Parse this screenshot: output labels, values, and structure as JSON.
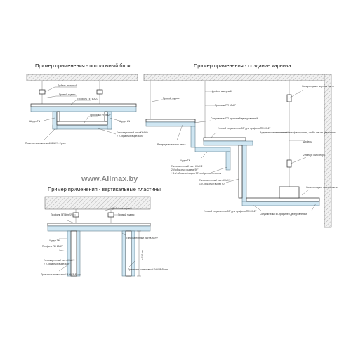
{
  "titles": {
    "ceiling_block": "Пример применения - потолочный блок",
    "cornice": "Пример применения - создание карниза",
    "vertical_plates": "Пример применения - вертикальные пластины"
  },
  "watermark": "www.Allmax.by",
  "dimension": "≤ 150 мм",
  "labels_ceiling": {
    "dowel": "Дюбель анкерный",
    "hanger": "Прямой подвес",
    "profile_pp60": "Профиль ПП 60х27",
    "profile_pn28": "Профиль ПН 28х27",
    "screw_tn": "Шуруп TN",
    "screw_ln": "Шуруп LN",
    "drywall": "Гипсокартонный лист КНАУФ",
    "cuts": "2 V-образных выреза 90°",
    "putty": "Приклеить шпаклевкой КНАУФ-Фуген"
  },
  "labels_cornice": {
    "hanger": "Прямой подвес",
    "profile_pp60": "Профиль ПП 60х27",
    "connector": "Соединитель ПП-профилей двухуровневый",
    "corner_connector": "Угловой соединитель 90° для профиля ПП 60х27",
    "distance_fixer": "Распределительная лента",
    "screw_tn": "Шуруп TN",
    "drywall": "Гипсокартонный лист КНАУФ",
    "cuts": "2 V-образных выреза 90°",
    "cuts_reverse": "+ 1 V-образный вырез 90° с обратной стороны",
    "drywall2": "Гипсокартонный лист КНАУФ",
    "cuts2": "1 V-образный вырез 90°",
    "corner_connector2": "Угловой соединитель 90° для профиля ПП 60х27",
    "hanger_top": "Нониус-подвес верхняя часть",
    "hanger_bottom": "Нониус-подвес нижняя часть",
    "fixer": "2 нониус фиксатора",
    "dowel": "Дюбель",
    "note": "Во время монтажа нониусов зафиксировать, чтобы они не сдвигались",
    "connector2": "Соединитель ПП-профилей двухуровневый"
  },
  "labels_vertical": {
    "dowel": "Дюбель анкерный",
    "hanger": "Прямой подвес",
    "profile_pp60": "Профиль ПП 60х27",
    "profile_pn28": "Профиль ПН 28х27",
    "screw_tn": "Шуруп TN",
    "drywall": "Гипсокартонный лист КНАУФ",
    "cuts": "2 V-образных выреза 90°",
    "putty": "Приклеить шпаклевкой КНАУФ-Фуген"
  }
}
